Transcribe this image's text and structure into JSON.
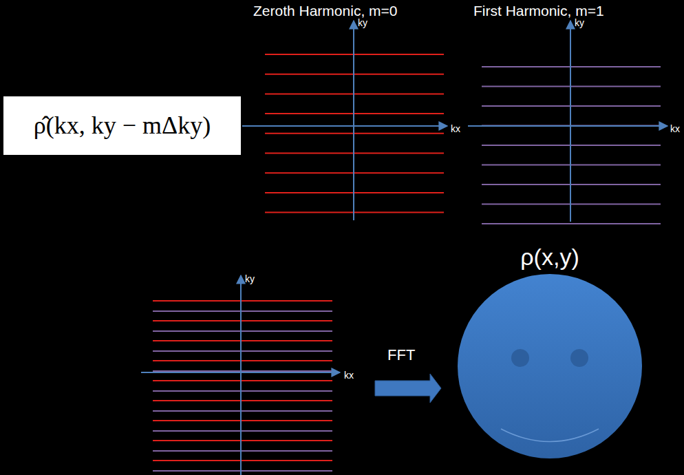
{
  "diagram": {
    "nodes": [
      {
        "text": [
          "ρ̂(kx, ky − mΔky)"
        ]
      },
      {
        "text": [
          "ρ(x,y)"
        ]
      }
    ],
    "labels": [
      "Zeroth Harmonic, m=0",
      "First Harmonic, m=1",
      "ky",
      "kx",
      "ky",
      "kx",
      "ky",
      "kx",
      "FFT"
    ]
  }
}
